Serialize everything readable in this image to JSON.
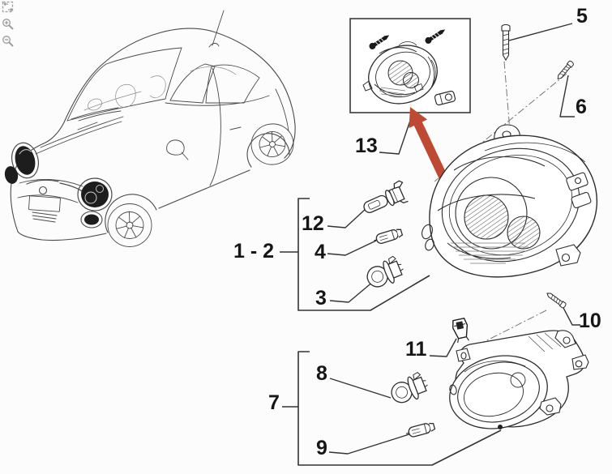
{
  "colors": {
    "arrow_red": "#bf4a33",
    "line_dark": "#2d2d2d",
    "icon_gray": "#9b9b9b"
  },
  "toolbar": {
    "icons": [
      {
        "name": "fit-view-icon"
      },
      {
        "name": "zoom-in-icon"
      },
      {
        "name": "zoom-out-icon"
      }
    ]
  },
  "callouts": {
    "c1_2": "1 - 2",
    "c3": "3",
    "c4": "4",
    "c5": "5",
    "c6": "6",
    "c7": "7",
    "c8": "8",
    "c9": "9",
    "c10": "10",
    "c11": "11",
    "c12": "12",
    "c13": "13"
  }
}
